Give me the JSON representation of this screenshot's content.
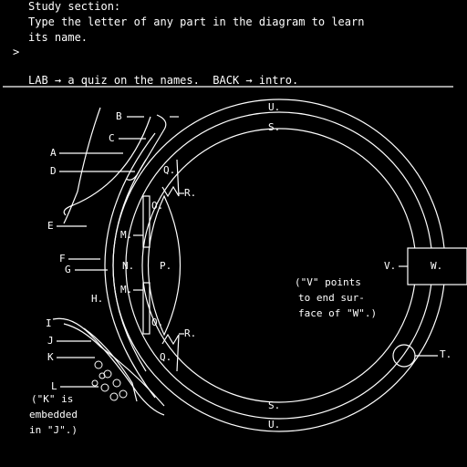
{
  "header": {
    "title": "Study section:",
    "line1": "Type the letter of any part in the diagram to learn",
    "line2": "its name.",
    "prompt": ">",
    "footer": "LAB → a quiz on the names.  BACK → intro."
  },
  "labels": {
    "A": "A",
    "B": "B",
    "C": "C",
    "D": "D",
    "E": "E",
    "F": "F",
    "G": "G",
    "H": "H.",
    "I": "I",
    "J": "J",
    "K": "K",
    "L": "L",
    "M1": "M.",
    "M2": "M.",
    "N": "N.",
    "O1": "O.",
    "O2": "O.",
    "P": "P.",
    "Q1": "Q.",
    "Q2": "Q.",
    "R1": "R.",
    "R2": "R.",
    "S1": "S.",
    "S2": "S.",
    "T": "T.",
    "U1": "U.",
    "U2": "U.",
    "V": "V.",
    "W": "W."
  },
  "notes": {
    "v_note_1": "(\"V\" points",
    "v_note_2": "to end sur-",
    "v_note_3": "face of \"W\".)",
    "k_note_1": "(\"K\" is",
    "k_note_2": "embedded",
    "k_note_3": "in \"J\".)"
  },
  "colors": {
    "background": "#000000",
    "foreground": "#ffffff"
  }
}
